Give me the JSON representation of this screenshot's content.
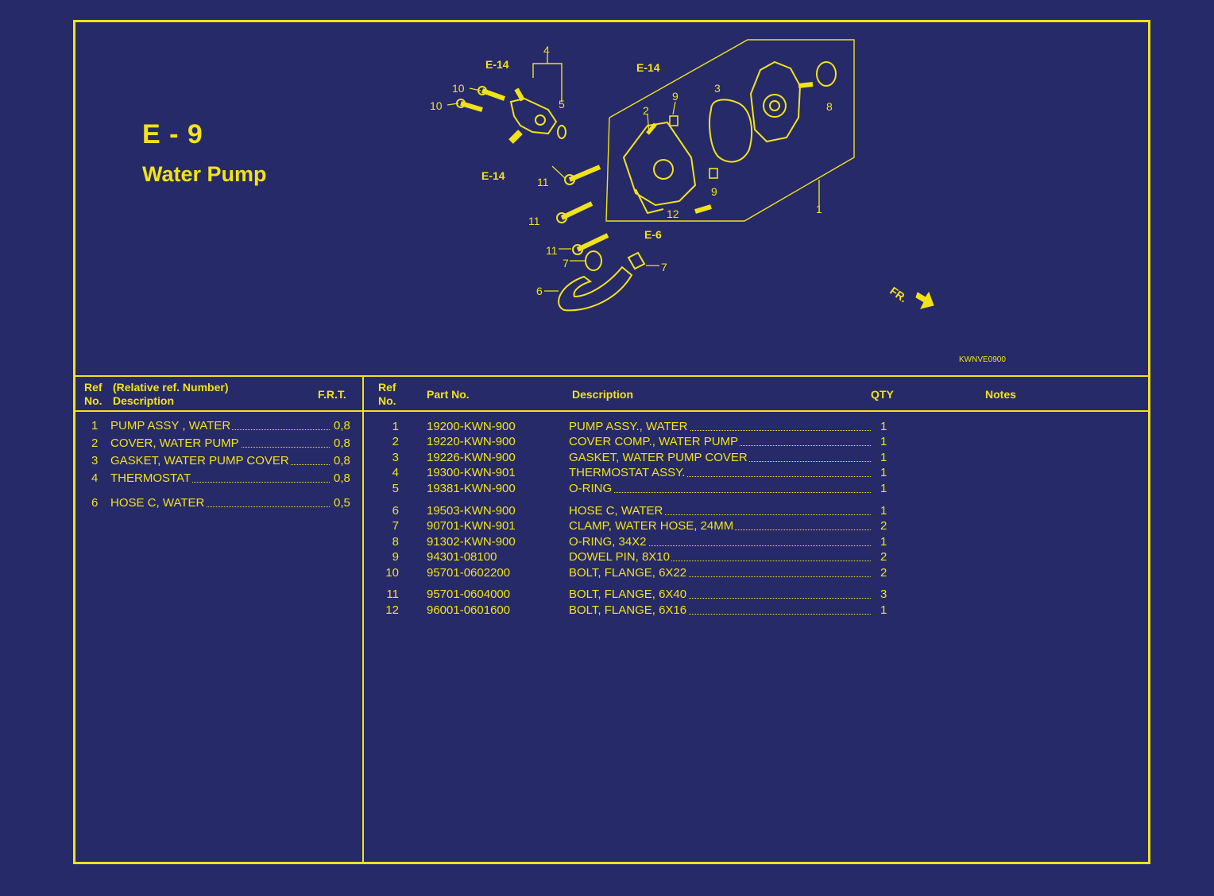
{
  "header": {
    "section_code": "E - 9",
    "section_title": "Water Pump",
    "diagram_code": "KWNVE0900"
  },
  "diagram": {
    "callouts": [
      "E-14",
      "E-14",
      "E-14",
      "E-6",
      "FR."
    ],
    "labels": [
      "1",
      "2",
      "3",
      "4",
      "5",
      "6",
      "7",
      "7",
      "8",
      "9",
      "9",
      "10",
      "10",
      "11",
      "11",
      "11",
      "12"
    ]
  },
  "frt_table": {
    "headers": {
      "ref": "Ref",
      "no": "No.",
      "relative": "(Relative ref. Number)",
      "description": "Description",
      "frt": "F.R.T."
    },
    "rows": [
      {
        "ref": "1",
        "description": "PUMP ASSY , WATER",
        "frt": "0,8"
      },
      {
        "ref": "2",
        "description": "COVER, WATER PUMP",
        "frt": "0,8"
      },
      {
        "ref": "3",
        "description": "GASKET, WATER PUMP COVER",
        "frt": "0,8"
      },
      {
        "ref": "4",
        "description": "THERMOSTAT",
        "frt": "0,8"
      },
      {
        "ref": "6",
        "description": "HOSE C, WATER",
        "frt": "0,5"
      }
    ]
  },
  "parts_table": {
    "headers": {
      "ref": "Ref",
      "no": "No.",
      "part_no": "Part No.",
      "description": "Description",
      "qty": "QTY",
      "notes": "Notes"
    },
    "rows": [
      {
        "ref": "1",
        "part_no": "19200-KWN-900",
        "description": "PUMP ASSY., WATER",
        "qty": "1"
      },
      {
        "ref": "2",
        "part_no": "19220-KWN-900",
        "description": "COVER COMP., WATER PUMP",
        "qty": "1"
      },
      {
        "ref": "3",
        "part_no": "19226-KWN-900",
        "description": "GASKET, WATER PUMP COVER",
        "qty": "1"
      },
      {
        "ref": "4",
        "part_no": "19300-KWN-901",
        "description": "THERMOSTAT ASSY.",
        "qty": "1"
      },
      {
        "ref": "5",
        "part_no": "19381-KWN-900",
        "description": "O-RING",
        "qty": "1"
      },
      {
        "ref": "6",
        "part_no": "19503-KWN-900",
        "description": "HOSE C, WATER",
        "qty": "1"
      },
      {
        "ref": "7",
        "part_no": "90701-KWN-901",
        "description": "CLAMP, WATER HOSE, 24MM",
        "qty": "2"
      },
      {
        "ref": "8",
        "part_no": "91302-KWN-900",
        "description": "O-RING, 34X2",
        "qty": "1"
      },
      {
        "ref": "9",
        "part_no": "94301-08100",
        "description": "DOWEL PIN, 8X10",
        "qty": "2"
      },
      {
        "ref": "10",
        "part_no": "95701-0602200",
        "description": "BOLT, FLANGE, 6X22",
        "qty": "2"
      },
      {
        "ref": "11",
        "part_no": "95701-0604000",
        "description": "BOLT, FLANGE, 6X40",
        "qty": "3"
      },
      {
        "ref": "12",
        "part_no": "96001-0601600",
        "description": "BOLT, FLANGE, 6X16",
        "qty": "1"
      }
    ]
  },
  "colors": {
    "background": "#262a68",
    "ink": "#f2e21a"
  }
}
